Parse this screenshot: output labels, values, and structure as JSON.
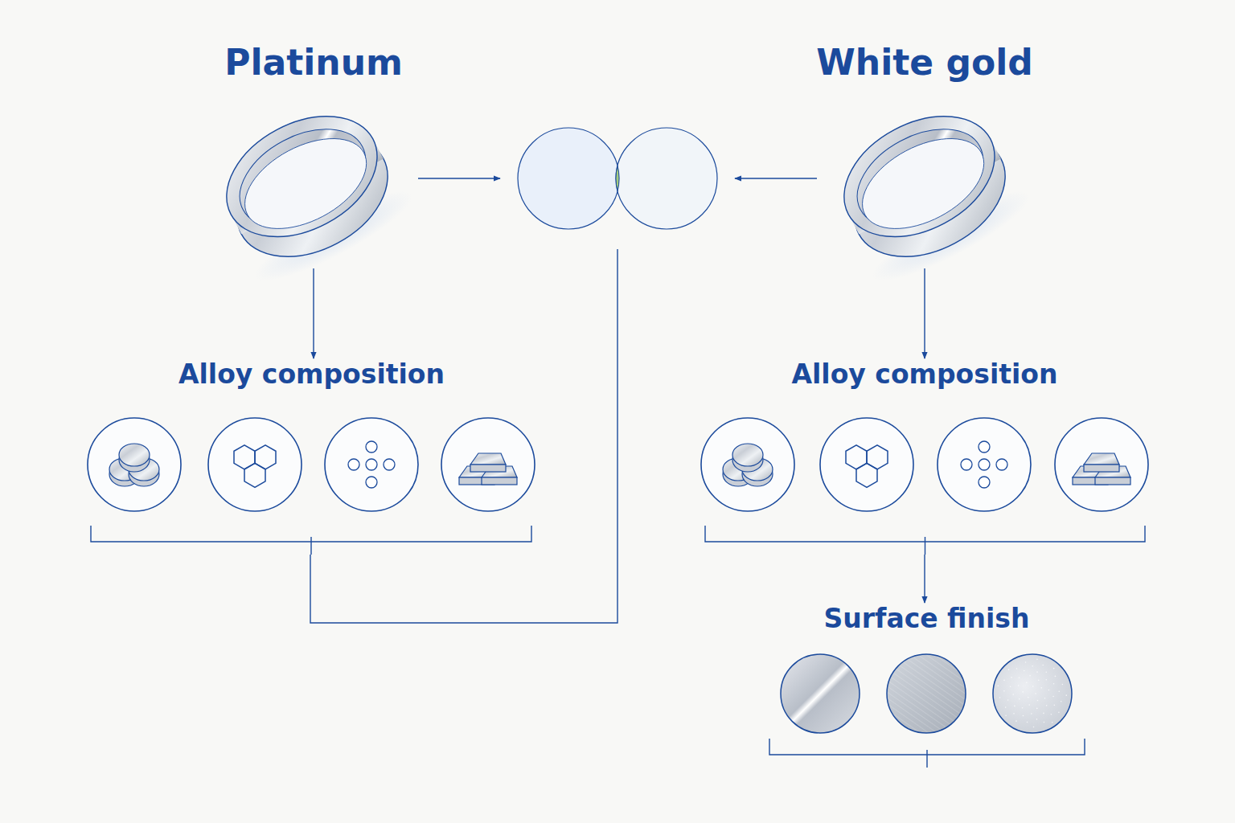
{
  "diagram": {
    "nodes": [
      {
        "text": [
          "Platinum"
        ]
      },
      {
        "text": [
          "White gold"
        ]
      },
      {
        "text": [
          "Alloy composition"
        ]
      },
      {
        "text": [
          "Alloy composition"
        ]
      },
      {
        "text": [
          "Surface finish"
        ]
      }
    ],
    "edges": [
      {
        "from": 0,
        "to": 2,
        "arrow": "to"
      },
      {
        "from": 1,
        "to": 3,
        "arrow": "to"
      },
      {
        "from": 3,
        "to": 4,
        "arrow": "to"
      }
    ]
  }
}
